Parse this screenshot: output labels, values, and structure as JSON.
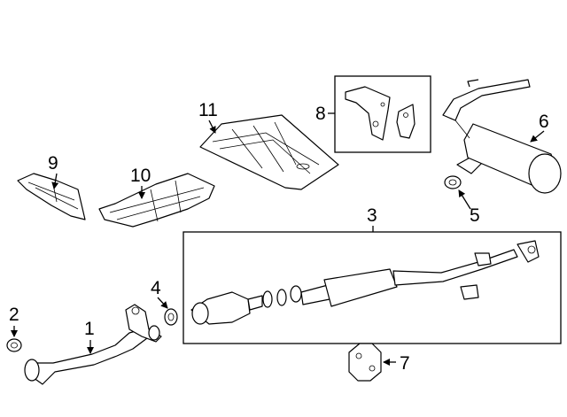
{
  "callouts": {
    "c1": "1",
    "c2": "2",
    "c3": "3",
    "c4": "4",
    "c5": "5",
    "c6": "6",
    "c7": "7",
    "c8": "8",
    "c9": "9",
    "c10": "10",
    "c11": "11"
  },
  "parts": {
    "p1": "front-pipe",
    "p2": "gasket",
    "p3": "intermediate-pipe-with-converter",
    "p4": "gasket",
    "p5": "gasket",
    "p6": "muffler-tail-pipe",
    "p7": "hanger",
    "p8": "brackets",
    "p9": "heat-shield",
    "p10": "heat-shield",
    "p11": "heat-shield"
  }
}
